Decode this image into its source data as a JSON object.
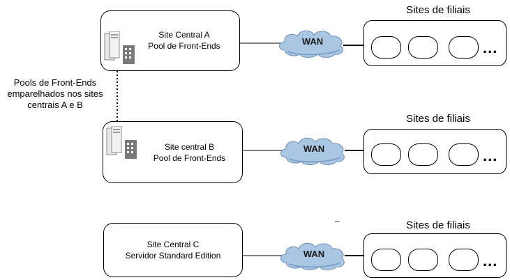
{
  "central_sites": [
    {
      "line1": "Site Central A",
      "line2": "Pool de Front-Ends",
      "icon": "server-pool-icon"
    },
    {
      "line1": "Site central B",
      "line2": "Pool de Front-Ends",
      "icon": "server-pool-icon"
    },
    {
      "line1": "Site Central C",
      "line2": "Servidor Standard Edition",
      "icon": ""
    }
  ],
  "wan_label": "WAN",
  "branch_title": "Sites de filiais",
  "ellipsis": "...",
  "pair_note": {
    "line1": "Pools de Front-Ends",
    "line2": "emparelhados nos sites",
    "line3": "centrais A e B"
  },
  "dash_mark": "_",
  "colors": {
    "cloud_fill": "#a9c7e2",
    "cloud_shadow": "#6f90b5",
    "server": "#7a7a7a"
  }
}
